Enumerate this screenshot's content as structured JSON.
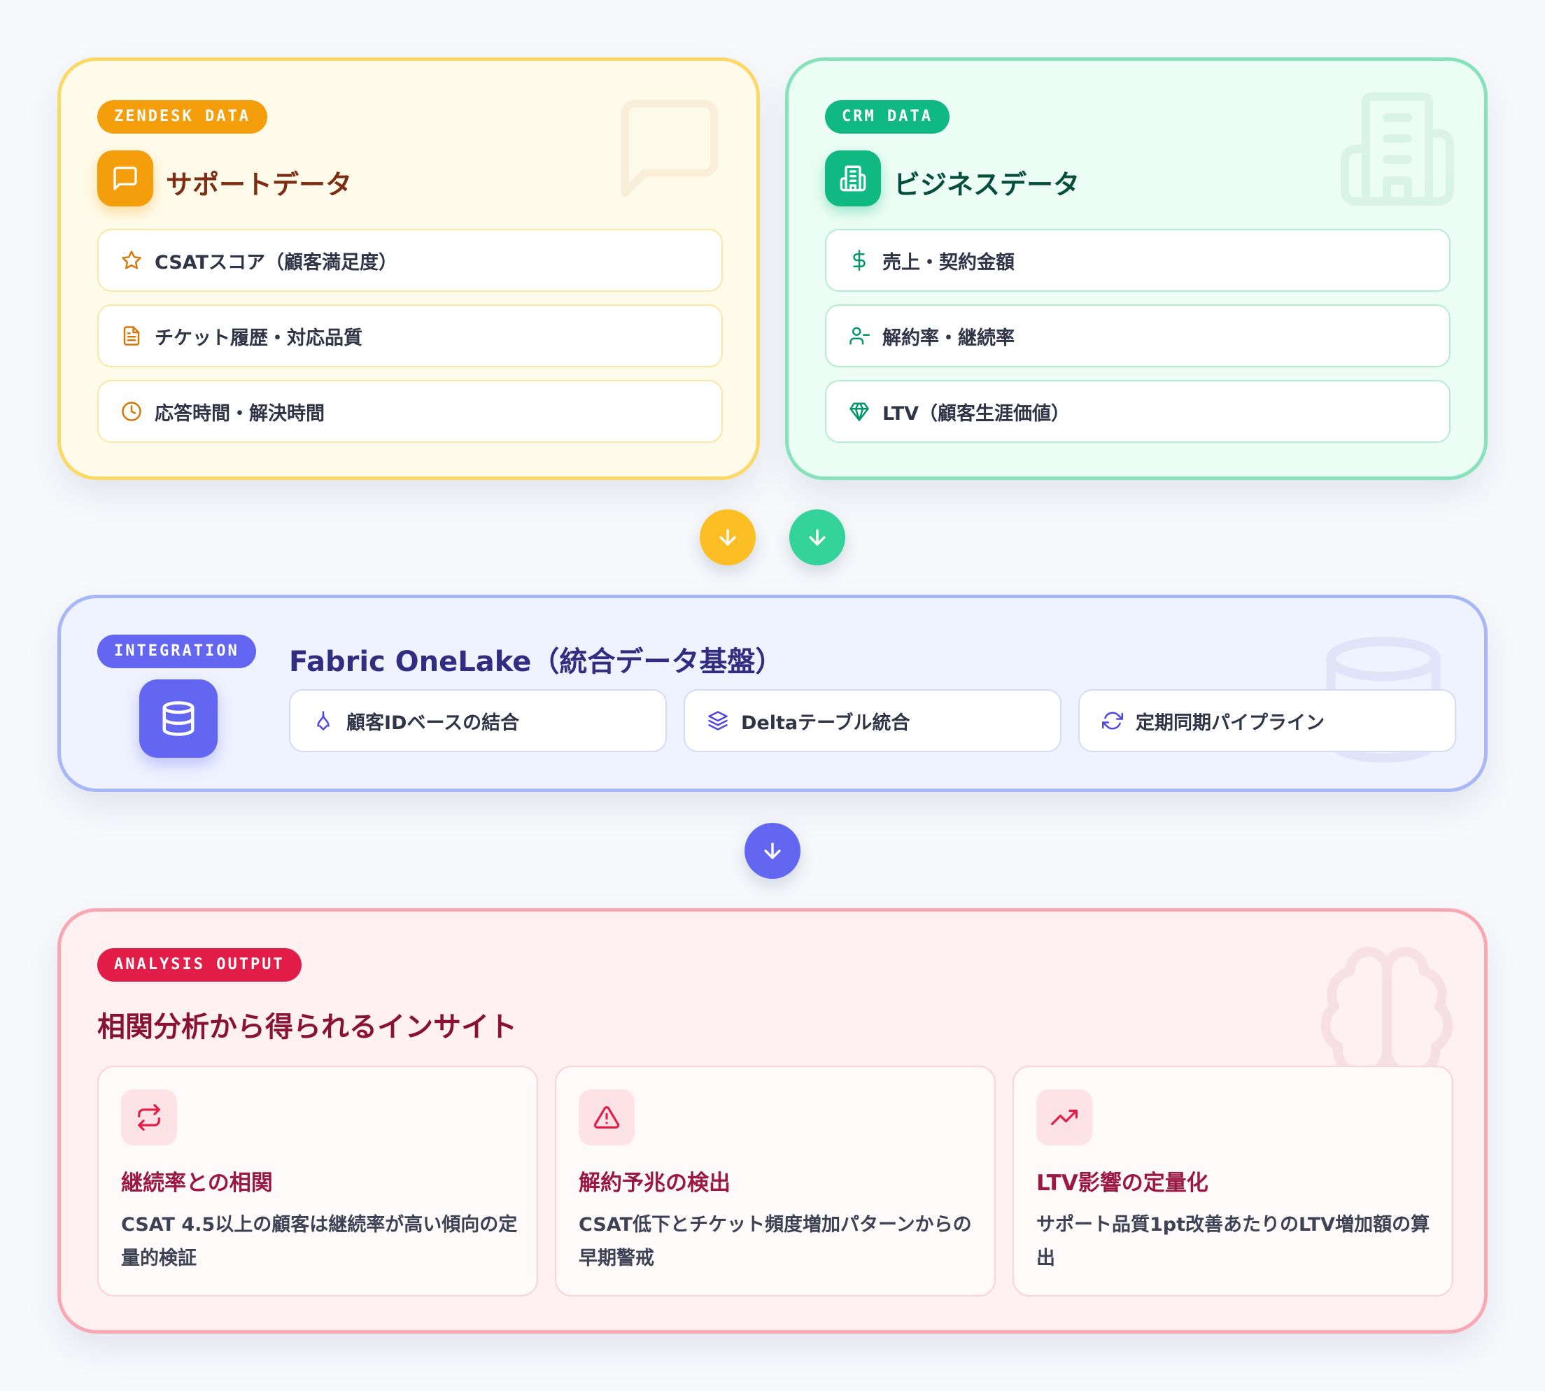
{
  "zendesk": {
    "badge": "ZENDESK DATA",
    "title": "サポートデータ",
    "icon": "message-square-icon",
    "watermark_icon": "message-square-icon",
    "accent": "#f59e0b",
    "items": [
      {
        "icon": "star-icon",
        "label": "CSATスコア（顧客満足度）"
      },
      {
        "icon": "file-text-icon",
        "label": "チケット履歴・対応品質"
      },
      {
        "icon": "clock-icon",
        "label": "応答時間・解決時間"
      }
    ]
  },
  "crm": {
    "badge": "CRM DATA",
    "title": "ビジネスデータ",
    "icon": "building-icon",
    "watermark_icon": "building-icon",
    "accent": "#10b981",
    "items": [
      {
        "icon": "dollar-icon",
        "label": "売上・契約金額"
      },
      {
        "icon": "user-minus-icon",
        "label": "解約率・継続率"
      },
      {
        "icon": "gem-icon",
        "label": "LTV（顧客生涯価値）"
      }
    ]
  },
  "integration": {
    "badge": "INTEGRATION",
    "title": "Fabric OneLake（統合データ基盤）",
    "icon": "database-icon",
    "watermark_icon": "database-icon",
    "accent": "#6366f1",
    "items": [
      {
        "icon": "merge-icon",
        "label": "顧客IDベースの結合"
      },
      {
        "icon": "layers-icon",
        "label": "Deltaテーブル統合"
      },
      {
        "icon": "refresh-icon",
        "label": "定期同期パイプライン"
      }
    ]
  },
  "analysis": {
    "badge": "ANALYSIS OUTPUT",
    "title": "相関分析から得られるインサイト",
    "watermark_icon": "brain-icon",
    "accent": "#e11d48",
    "insights": [
      {
        "icon": "repeat-icon",
        "title": "継続率との相関",
        "desc": "CSAT 4.5以上の顧客は継続率が高い傾向の定量的検証"
      },
      {
        "icon": "alert-triangle-icon",
        "title": "解約予兆の検出",
        "desc": "CSAT低下とチケット頻度増加パターンからの早期警戒"
      },
      {
        "icon": "trending-up-icon",
        "title": "LTV影響の定量化",
        "desc": "サポート品質1pt改善あたりのLTV増加額の算出"
      }
    ]
  },
  "flow_arrows": [
    {
      "icon": "arrow-down-icon",
      "color": "#fbbf24"
    },
    {
      "icon": "arrow-down-icon",
      "color": "#34d399"
    },
    {
      "icon": "arrow-down-icon",
      "color": "#6366f1"
    }
  ]
}
